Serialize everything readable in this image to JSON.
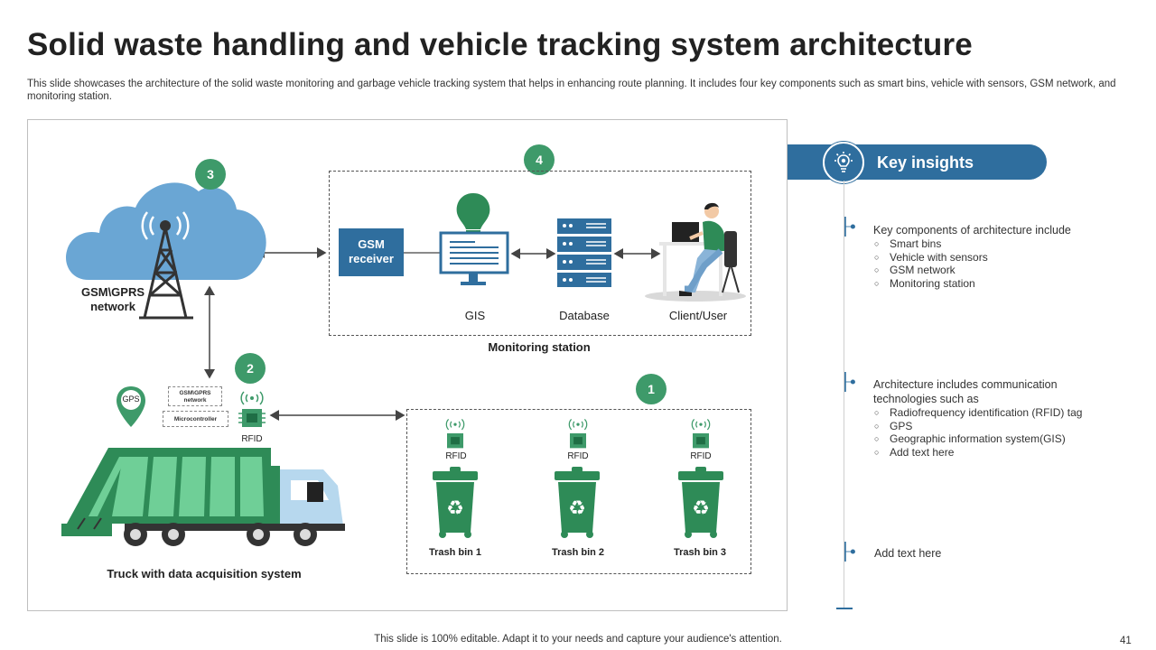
{
  "title": "Solid waste handling and vehicle tracking system architecture",
  "subtitle": "This slide showcases the architecture of the solid waste monitoring and garbage vehicle tracking system that helps in enhancing route planning. It includes four key components such as smart bins, vehicle with sensors, GSM network, and monitoring station.",
  "colors": {
    "primary_blue": "#2f6e9e",
    "green": "#3e9a6a",
    "bin_green": "#2e8b57",
    "cloud_blue": "#6aa6d4"
  },
  "diagram": {
    "badges": [
      "1",
      "2",
      "3",
      "4"
    ],
    "network_label": "GSM\\GPRS network",
    "gsm_receiver": "GSM receiver",
    "gis_label": "GIS",
    "database_label": "Database",
    "client_label": "Client/User",
    "monitoring_label": "Monitoring station",
    "gps_label": "GPS",
    "gsm_gprs_small": "GSM\\GPRS network",
    "microcontroller": "Microcontroller",
    "rfid": "RFID",
    "truck_label": "Truck with data acquisition system",
    "bins": [
      {
        "rfid": "RFID",
        "label": "Trash bin 1"
      },
      {
        "rfid": "RFID",
        "label": "Trash bin 2"
      },
      {
        "rfid": "RFID",
        "label": "Trash bin 3"
      }
    ]
  },
  "insights": {
    "header": "Key insights",
    "icon": "lightbulb-gear-icon",
    "items": [
      {
        "heading": "Key components of architecture include",
        "bullets": [
          "Smart bins",
          "Vehicle with sensors",
          "GSM network",
          "Monitoring station"
        ]
      },
      {
        "heading": "Architecture includes communication technologies such as",
        "bullets": [
          "Radiofrequency identification (RFID) tag",
          "GPS",
          "Geographic information system(GIS)",
          "Add text here"
        ]
      },
      {
        "heading": "Add text here",
        "bullets": []
      }
    ]
  },
  "footer": "This slide is 100% editable. Adapt it to your needs and capture your audience's attention.",
  "page_number": "41"
}
